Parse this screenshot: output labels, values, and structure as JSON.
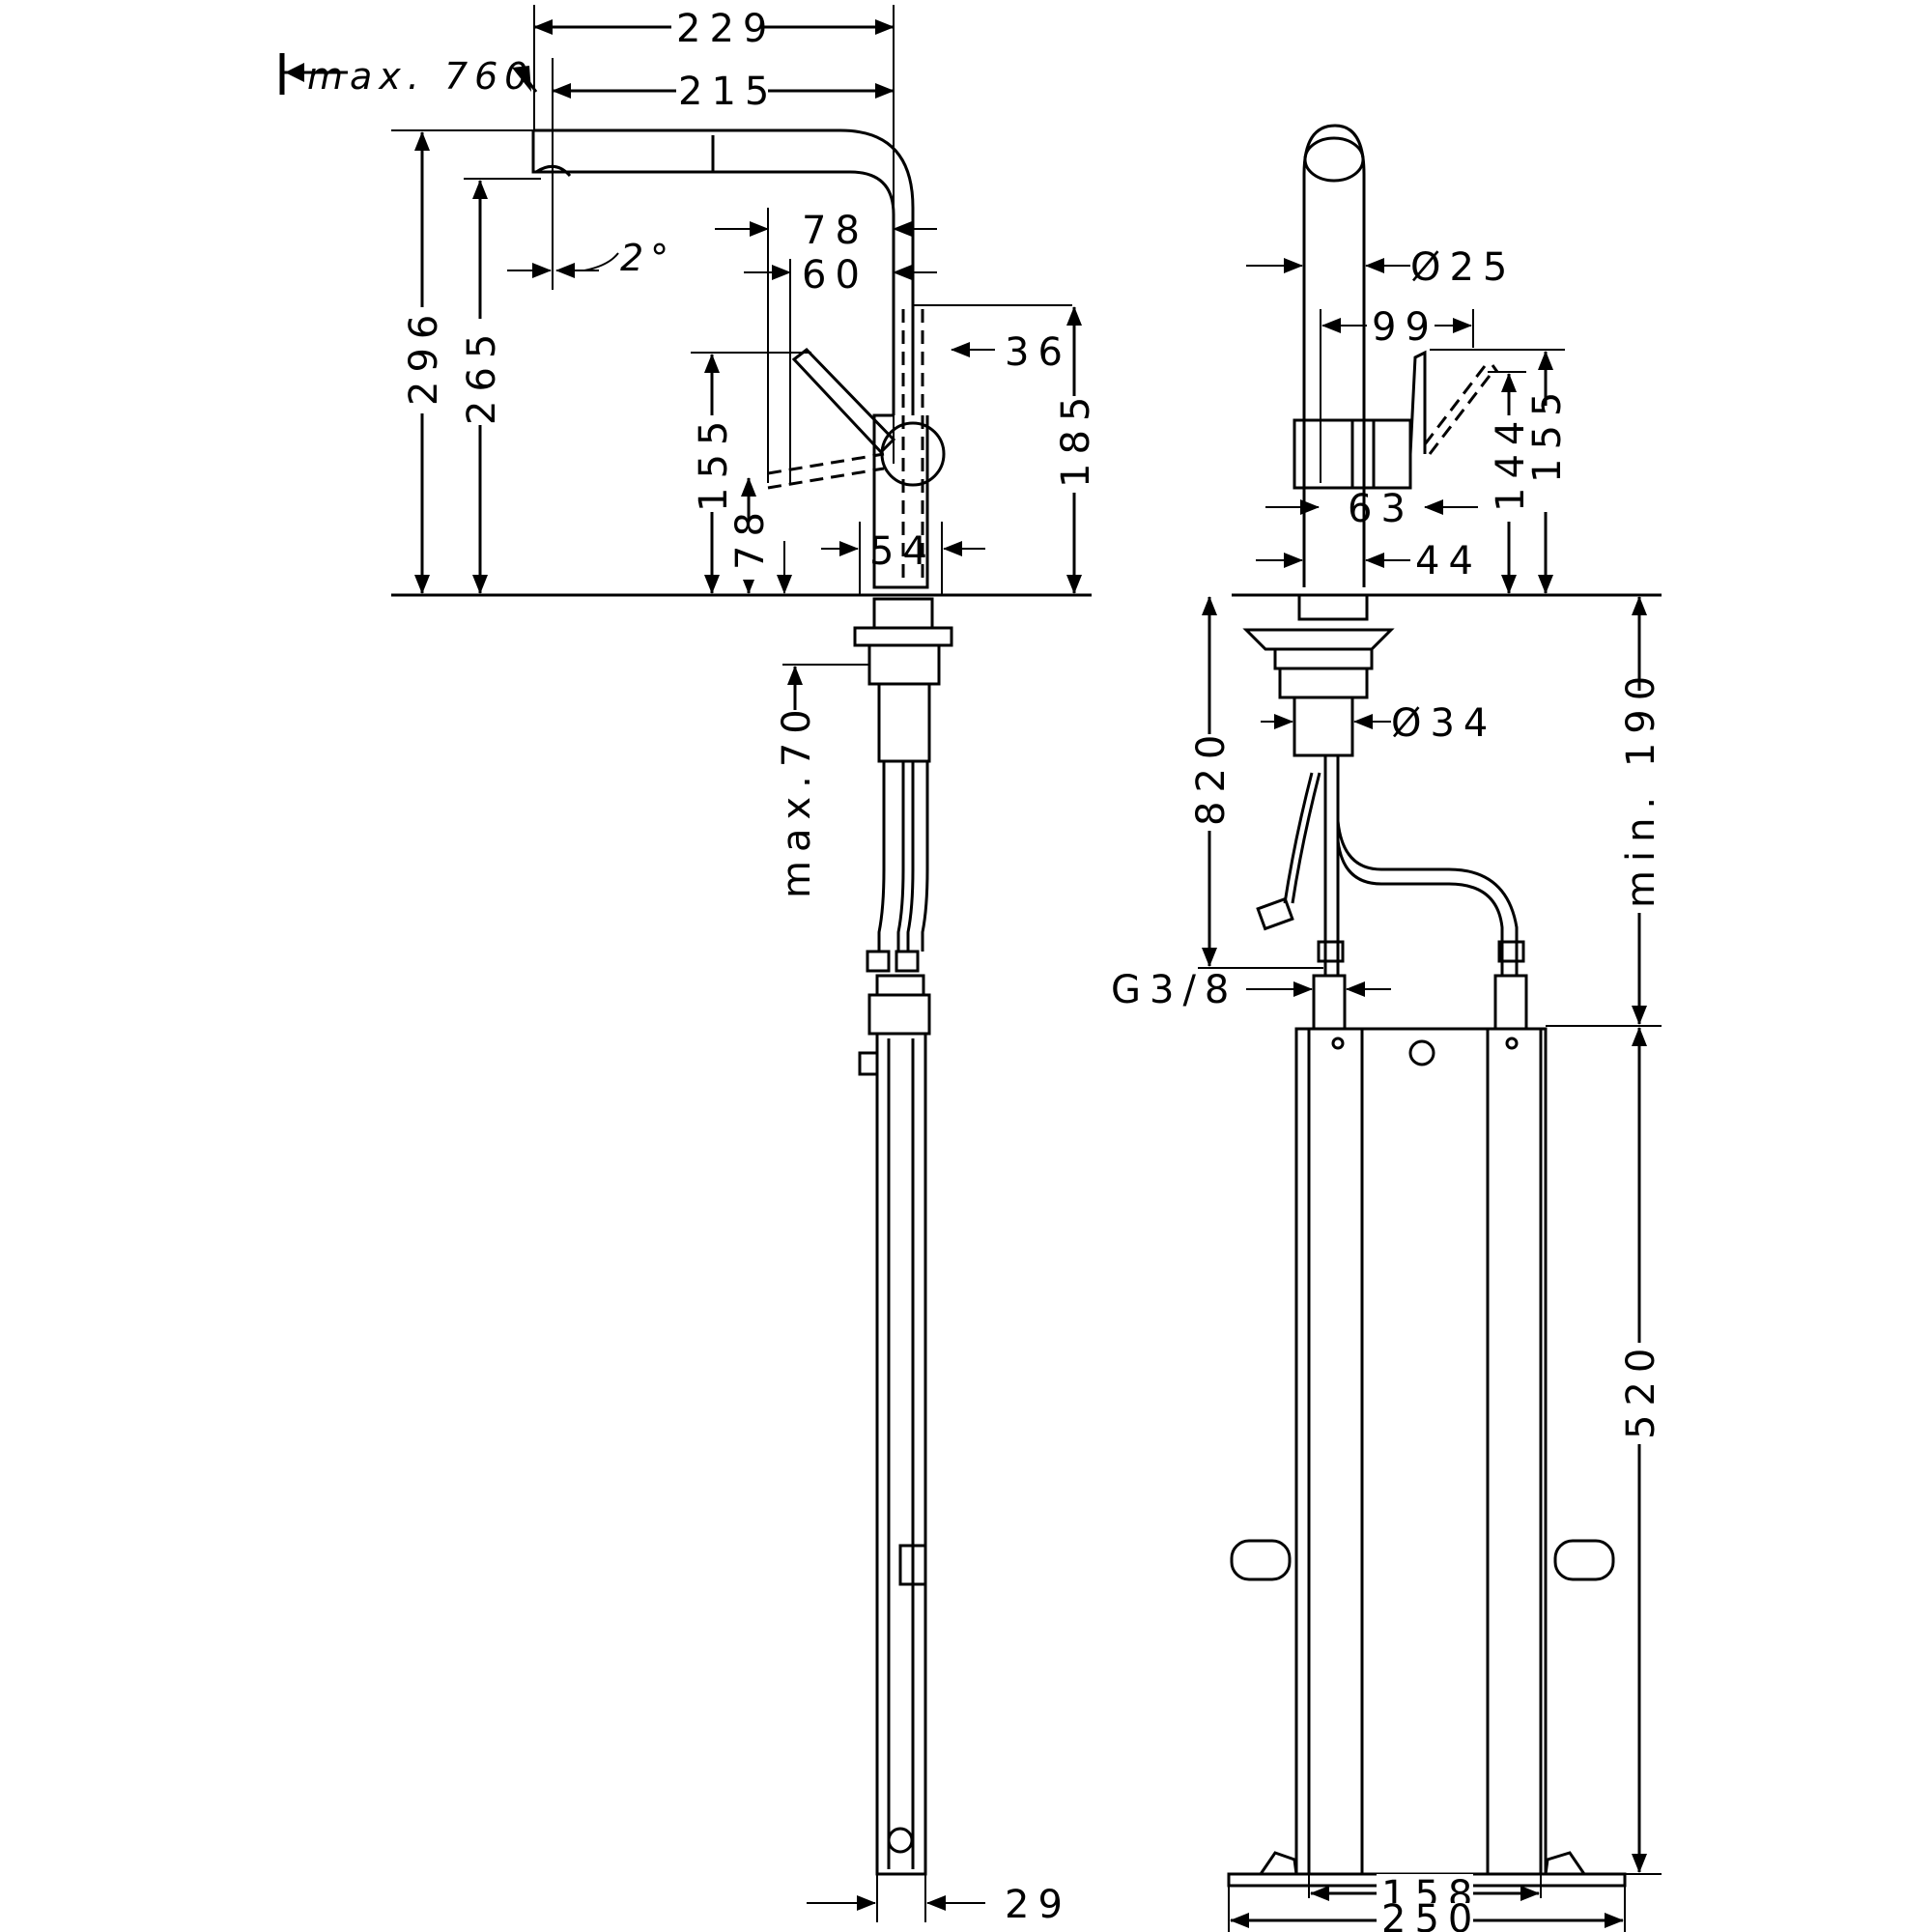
{
  "diagram": {
    "labels": {
      "d229": "229",
      "max760": "max. 760",
      "d215": "215",
      "d78top": "78",
      "d60": "60",
      "angle2": "2°",
      "d36": "36",
      "d296": "296",
      "d265": "265",
      "d155left": "155",
      "d78left": "78",
      "d54": "54",
      "d185": "185",
      "max70": "max.70",
      "d29": "29",
      "dia25": "Ø25",
      "d99": "99",
      "d144": "144",
      "d155right": "155",
      "d63": "63",
      "d44": "44",
      "d820": "820",
      "dia34": "Ø34",
      "g38": "G3/8",
      "min190": "min. 190",
      "d520": "520",
      "d158": "158",
      "d250": "250"
    }
  }
}
